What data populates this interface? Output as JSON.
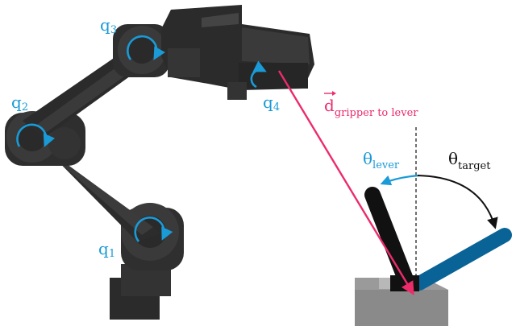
{
  "joints": [
    {
      "id": "q1",
      "base": "q",
      "sub": "1"
    },
    {
      "id": "q2",
      "base": "q",
      "sub": "2"
    },
    {
      "id": "q3",
      "base": "q",
      "sub": "3"
    },
    {
      "id": "q4",
      "base": "q",
      "sub": "4"
    }
  ],
  "vector": {
    "base": "d",
    "sub": "gripper to lever"
  },
  "theta_lever": {
    "base": "θ",
    "sub": "lever"
  },
  "theta_target": {
    "base": "θ",
    "sub": "target"
  },
  "colors": {
    "robot": "#2a2a2a",
    "joint_arrows": "#1a9ad6",
    "vector": "#ec2b6b",
    "lever": "#111111",
    "target_lever": "#0a6396",
    "base_block": "#9a9a9a"
  },
  "icons": [
    "rotation-arrow-icon",
    "vector-arrow-icon",
    "angle-arc-icon"
  ]
}
